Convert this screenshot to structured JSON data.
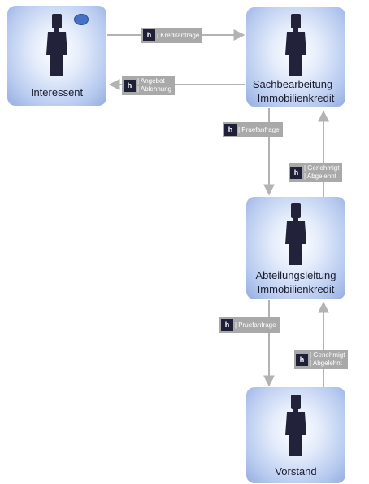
{
  "lanes": [
    {
      "id": "interessent",
      "label": "Interessent"
    },
    {
      "id": "sachbearbeitung",
      "label": "Sachbearbeitung - Immobilienkredit"
    },
    {
      "id": "abteilungsleitung",
      "label": "Abteilungsleitung Immobilienkredit"
    },
    {
      "id": "vorstand",
      "label": "Vorstand"
    }
  ],
  "messages": {
    "kreditanfrage": {
      "icon": "message-icon",
      "lines": [
        "| Kreditanfrage"
      ]
    },
    "angebot": {
      "icon": "message-icon",
      "lines": [
        "| Angebot",
        "| Ablehnung"
      ]
    },
    "pruefanfrage_1": {
      "icon": "message-icon",
      "lines": [
        "| Pruefanfrage"
      ]
    },
    "genehmigt_1": {
      "icon": "message-icon",
      "lines": [
        "| Genehmigt",
        "| Abgelehnt"
      ]
    },
    "pruefanfrage_2": {
      "icon": "message-icon",
      "lines": [
        "| Pruefanfrage"
      ]
    },
    "genehmigt_2": {
      "icon": "message-icon",
      "lines": [
        "| Genehmigt",
        "| Abgelehnt"
      ]
    }
  },
  "colors": {
    "box": "#b6c9ef",
    "person": "#22223a",
    "arrow": "#b3b3b3",
    "label_bg": "#a9a9a9",
    "start_event": "#4472c4"
  }
}
